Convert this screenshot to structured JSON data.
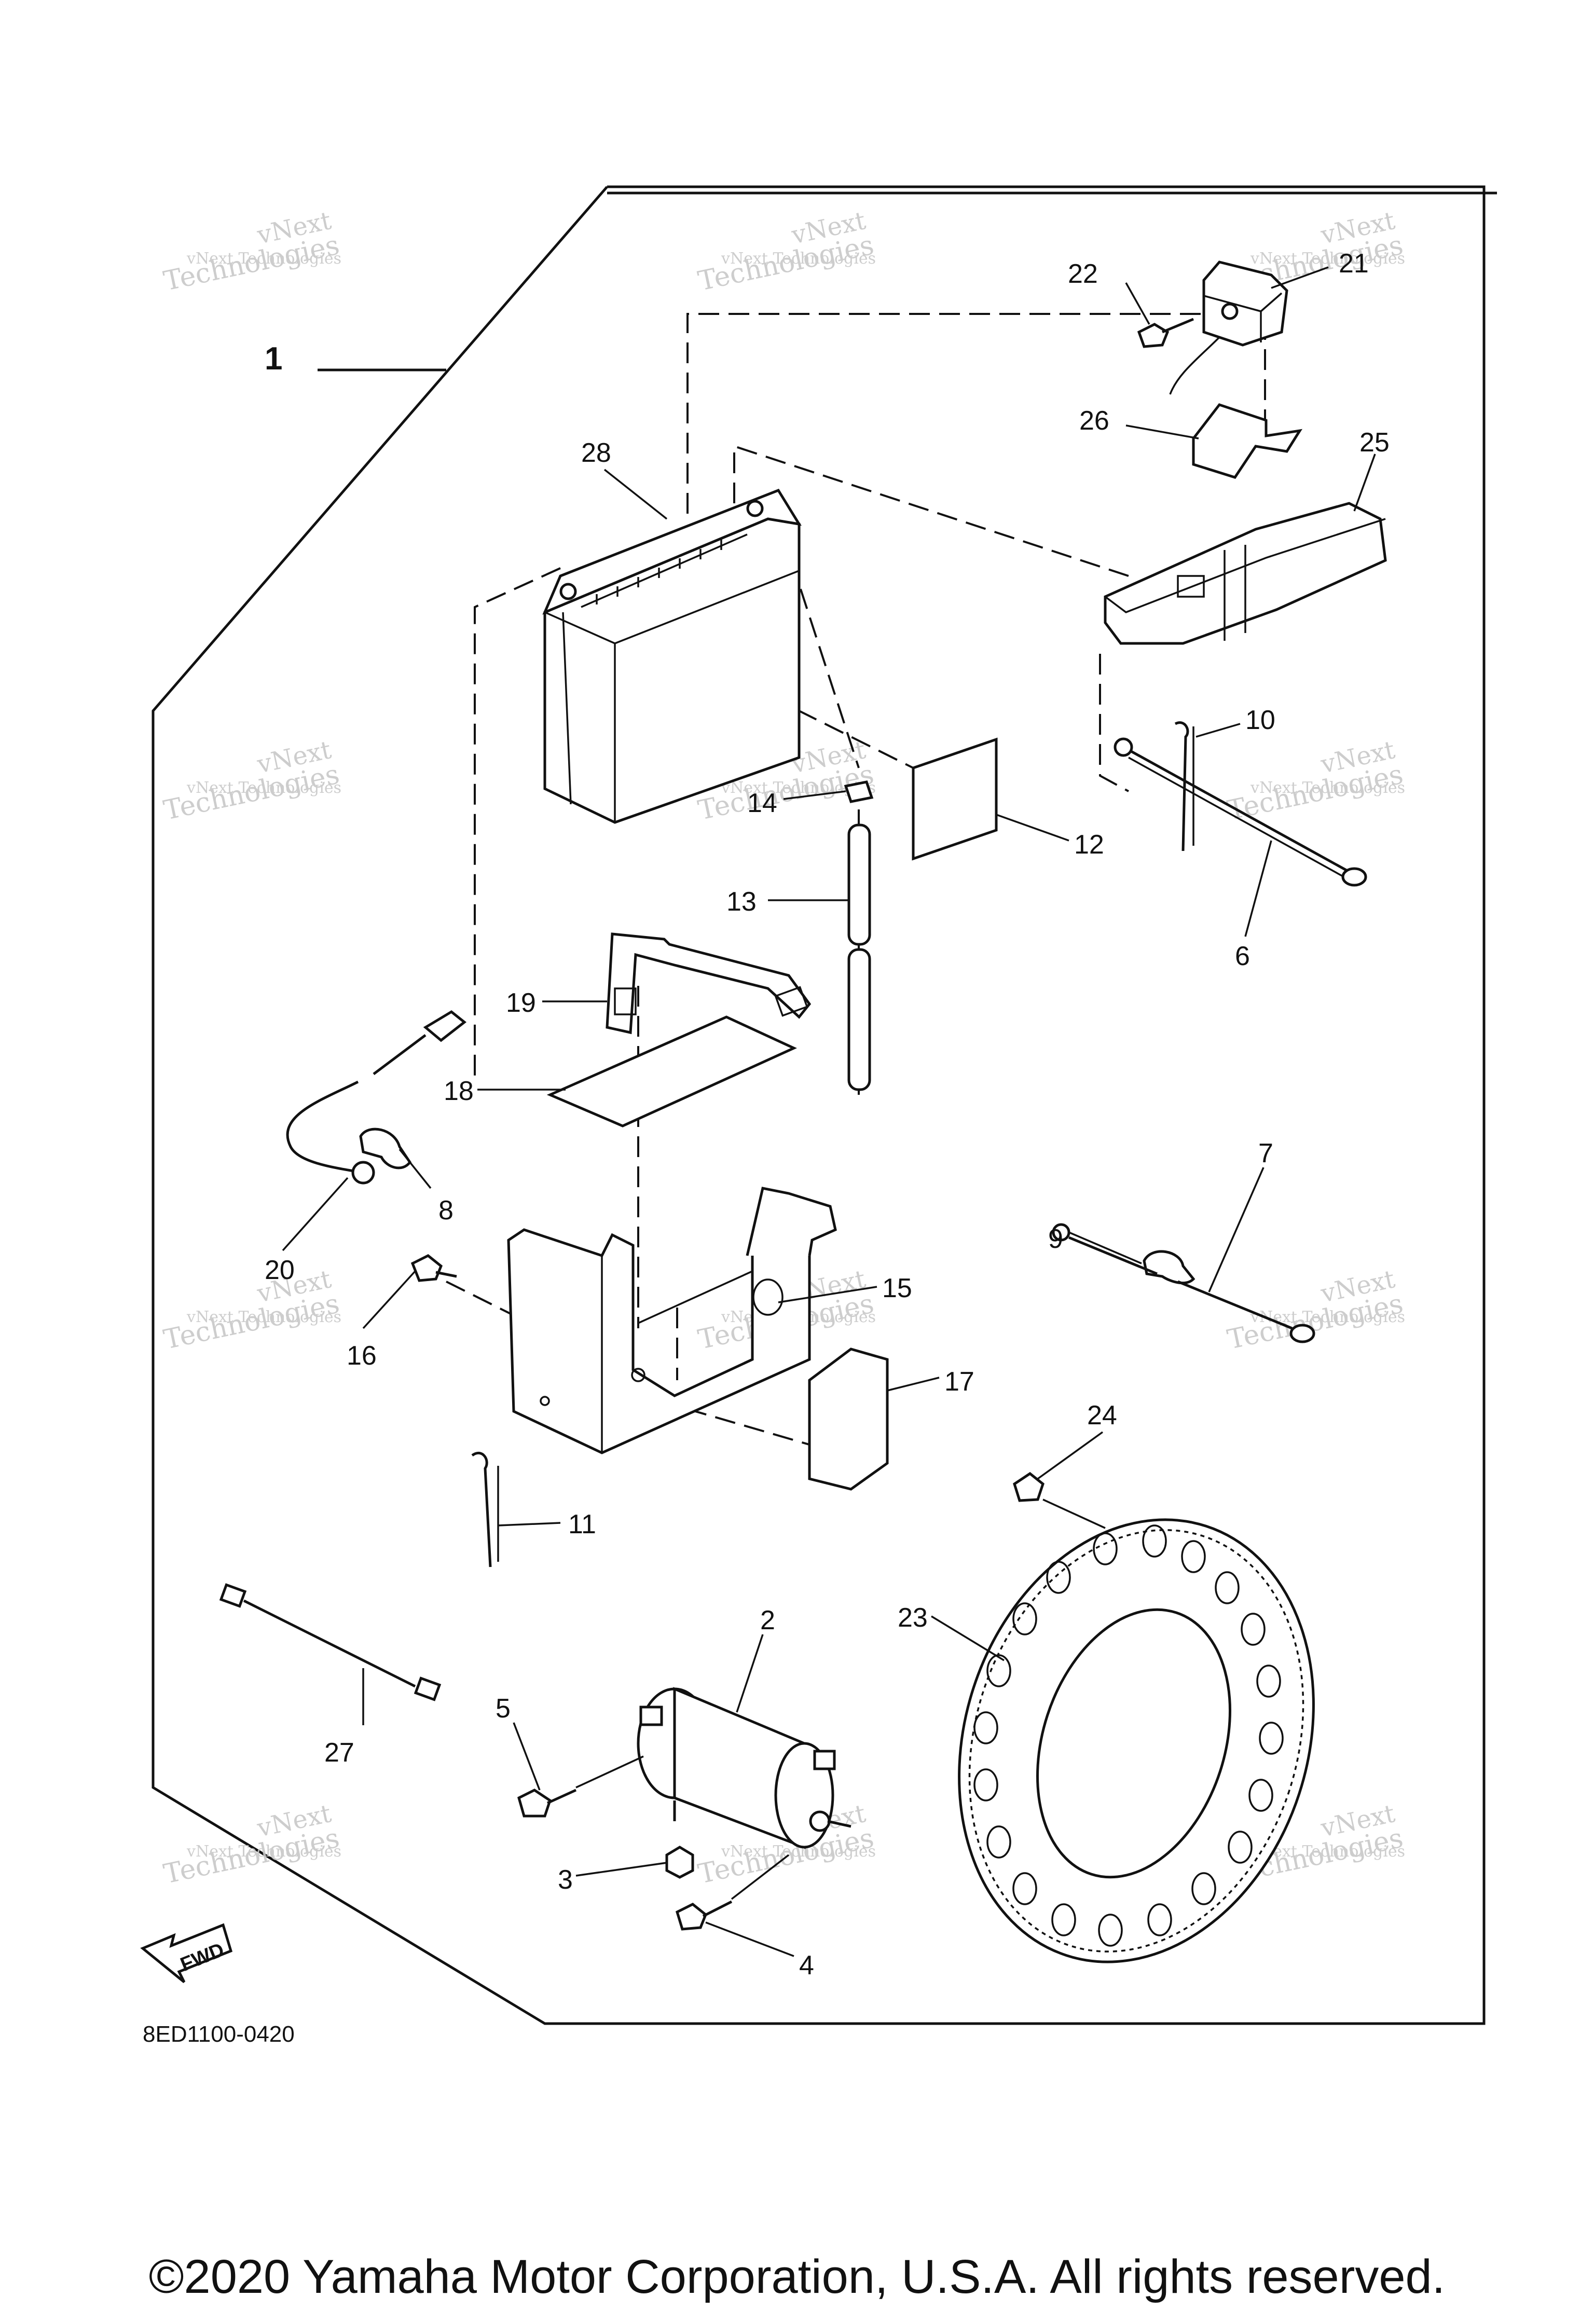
{
  "diagram": {
    "group_label": "1",
    "drawing_code": "8ED1100-0420",
    "fwd_label": "FWD",
    "watermark": {
      "line1": "vNext Technologies",
      "line2": "vNext",
      "line3": "Technologies"
    },
    "callouts": [
      {
        "id": "2",
        "text": "2"
      },
      {
        "id": "3",
        "text": "3"
      },
      {
        "id": "4",
        "text": "4"
      },
      {
        "id": "5",
        "text": "5"
      },
      {
        "id": "6",
        "text": "6"
      },
      {
        "id": "7",
        "text": "7"
      },
      {
        "id": "8",
        "text": "8"
      },
      {
        "id": "9",
        "text": "9"
      },
      {
        "id": "10",
        "text": "10"
      },
      {
        "id": "11",
        "text": "11"
      },
      {
        "id": "12",
        "text": "12"
      },
      {
        "id": "13",
        "text": "13"
      },
      {
        "id": "14",
        "text": "14"
      },
      {
        "id": "15",
        "text": "15"
      },
      {
        "id": "16",
        "text": "16"
      },
      {
        "id": "17",
        "text": "17"
      },
      {
        "id": "18",
        "text": "18"
      },
      {
        "id": "19",
        "text": "19"
      },
      {
        "id": "20",
        "text": "20"
      },
      {
        "id": "21",
        "text": "21"
      },
      {
        "id": "22",
        "text": "22"
      },
      {
        "id": "23",
        "text": "23"
      },
      {
        "id": "24",
        "text": "24"
      },
      {
        "id": "25",
        "text": "25"
      },
      {
        "id": "26",
        "text": "26"
      },
      {
        "id": "27",
        "text": "27"
      },
      {
        "id": "28",
        "text": "28"
      }
    ]
  },
  "footer": {
    "copyright": "©2020 Yamaha Motor Corporation, U.S.A. All rights reserved."
  }
}
